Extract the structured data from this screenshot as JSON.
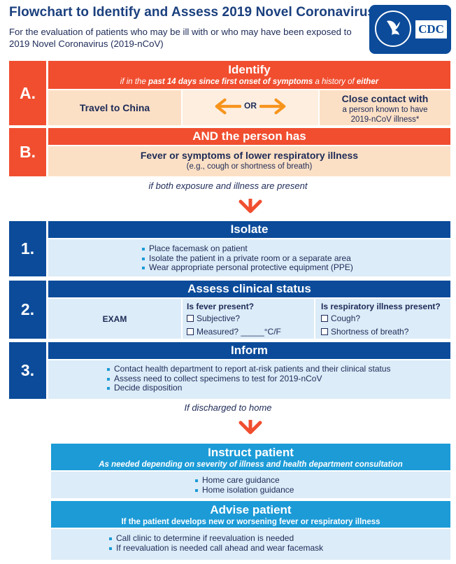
{
  "header": {
    "title": "Flowchart to Identify and Assess 2019 Novel Coronavirus",
    "subtitle": "For the evaluation of patients who may be ill with or who may have been exposed to 2019 Novel Coronavirus (2019-nCoV)",
    "logo_text": "CDC"
  },
  "colors": {
    "red": "#f04e2f",
    "peach": "#fce0c5",
    "navy": "#0b4b9a",
    "cyan": "#1c9bd7",
    "light_blue": "#dcecf8",
    "orange_arrow": "#f7941d"
  },
  "step_a": {
    "badge": "A.",
    "title": "Identify",
    "subtitle_pre": "if in the ",
    "subtitle_emph": "past 14 days since first onset of symptoms",
    "subtitle_mid": " a history of ",
    "subtitle_emph2": "either",
    "left": "Travel to China",
    "or": "OR",
    "right_title": "Close contact with",
    "right_sub": "a person known to have 2019-nCoV illness*"
  },
  "step_b": {
    "badge": "B.",
    "title": "AND the person has",
    "main": "Fever or symptoms of lower respiratory illness",
    "sub": "(e.g., cough or shortness of breath)"
  },
  "connector1": "if both exposure and illness are present",
  "step_1": {
    "badge": "1.",
    "title": "Isolate",
    "items": [
      "Place facemask on patient",
      "Isolate the patient in a private room or a separate area",
      "Wear appropriate personal protective equipment (PPE)"
    ]
  },
  "step_2": {
    "badge": "2.",
    "title": "Assess clinical status",
    "exam": "EXAM",
    "fever_q": "Is fever present?",
    "fever_opts": [
      "Subjective?",
      "Measured? _____°C/F"
    ],
    "resp_q": "Is respiratory illness present?",
    "resp_opts": [
      "Cough?",
      "Shortness of breath?"
    ]
  },
  "step_3": {
    "badge": "3.",
    "title": "Inform",
    "items": [
      "Contact health department to report at-risk patients and their clinical status",
      "Assess need to collect specimens to test for 2019-nCoV",
      "Decide disposition"
    ]
  },
  "connector2": "If discharged to home",
  "instruct": {
    "title": "Instruct patient",
    "sub": "As needed depending on severity of illness and health department consultation",
    "items": [
      "Home care guidance",
      "Home isolation guidance"
    ]
  },
  "advise": {
    "title": "Advise patient",
    "sub": "If the patient develops new or worsening fever or respiratory illness",
    "items": [
      "Call clinic to determine if reevaluation is needed",
      "If reevaluation is needed call ahead and wear facemask"
    ]
  }
}
